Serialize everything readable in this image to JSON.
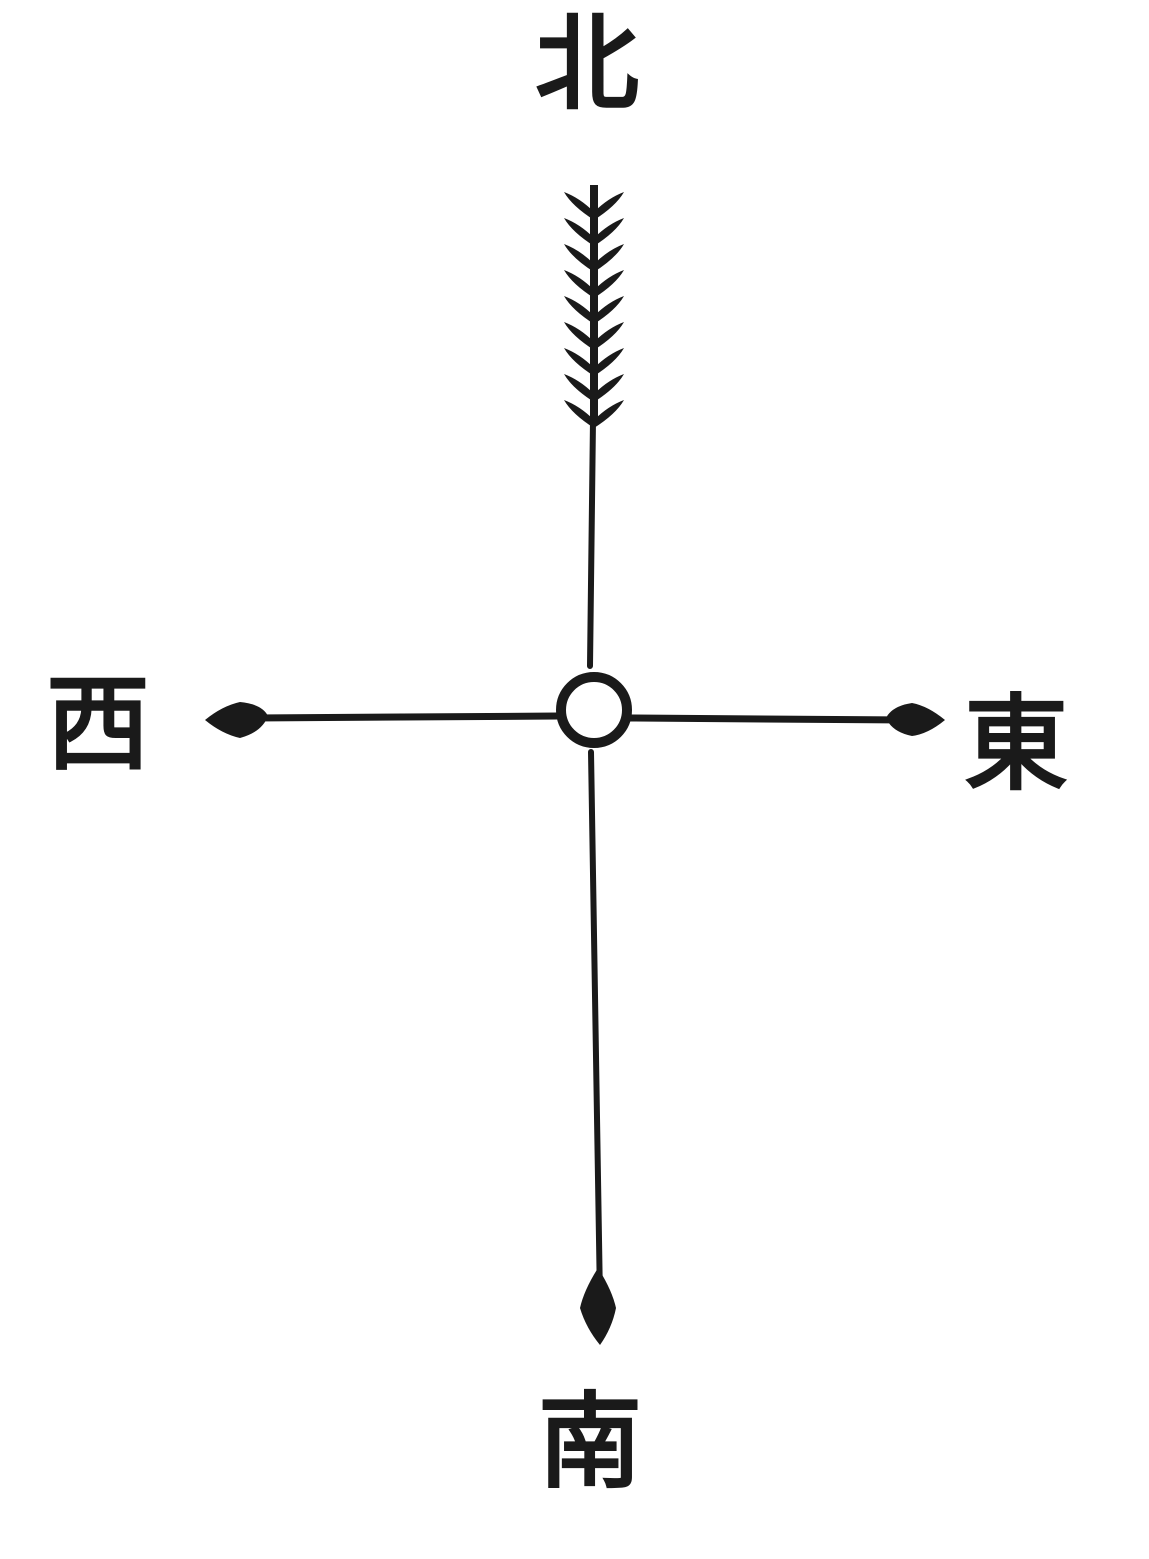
{
  "compass": {
    "north": "北",
    "south": "南",
    "east": "東",
    "west": "西"
  },
  "colors": {
    "ink": "#1a1a1a",
    "paper": "#ffffff"
  }
}
